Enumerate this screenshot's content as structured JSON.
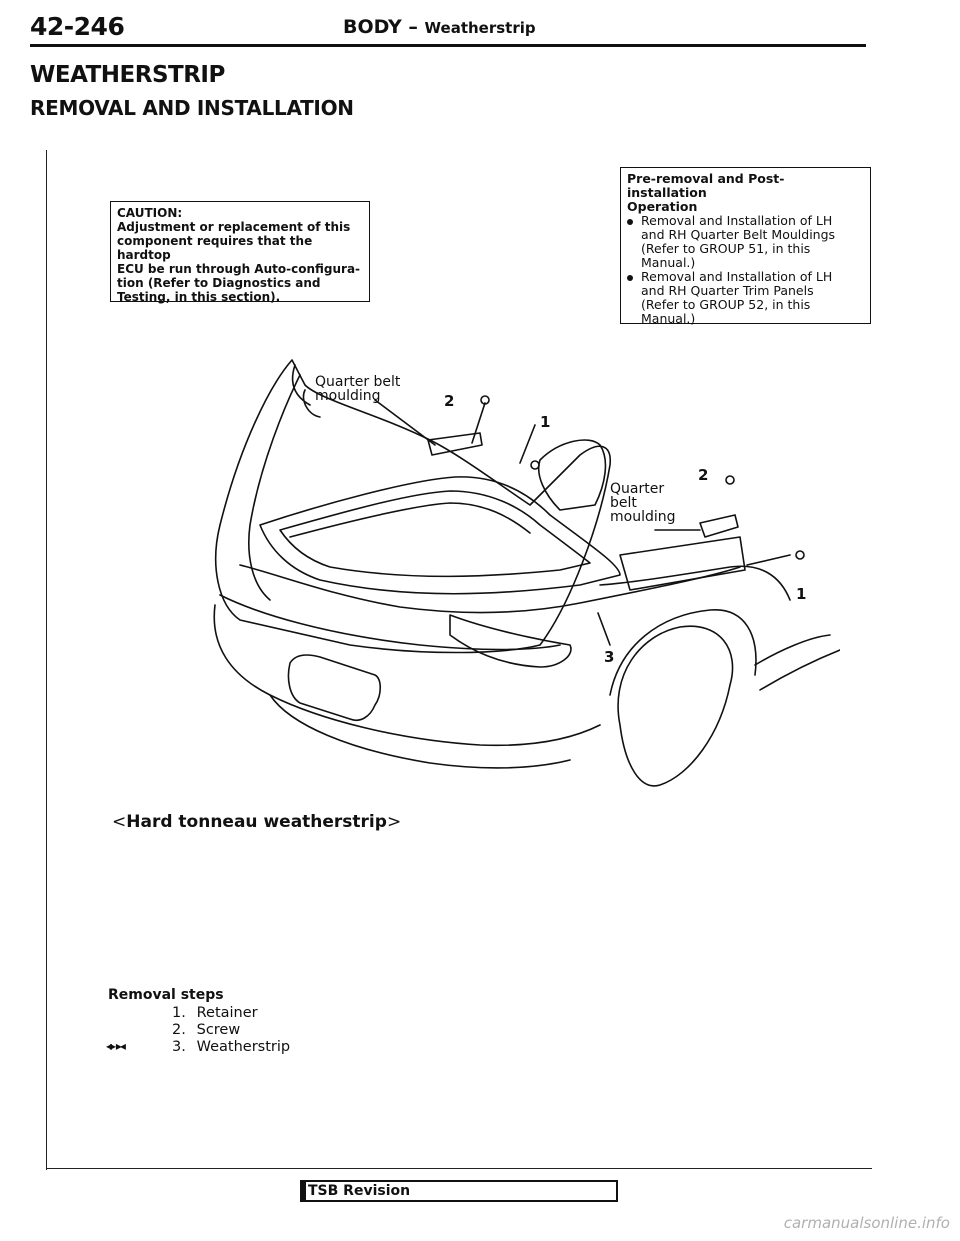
{
  "header": {
    "page_number": "42-246",
    "section": "BODY",
    "dash": " – ",
    "subsection": "Weatherstrip"
  },
  "title": "WEATHERSTRIP",
  "subtitle": "REMOVAL AND INSTALLATION",
  "caution_box": {
    "lines": [
      "CAUTION:",
      "Adjustment or replacement of this",
      "component requires that the hardtop",
      "ECU be run through Auto-configura-",
      "tion (Refer to Diagnostics and",
      "Testing, in this section)."
    ]
  },
  "preop_box": {
    "heading_1": "Pre-removal and Post-installation",
    "heading_2": "Operation",
    "item1_l1": "Removal and Installation of LH",
    "item1_l2": "and RH Quarter Belt Mouldings",
    "item1_l3": "(Refer to GROUP 51, in this",
    "item1_l4": "Manual.)",
    "item2_l1": "Removal and Installation of LH",
    "item2_l2": "and RH Quarter Trim Panels",
    "item2_l3": "(Refer to GROUP 52, in this",
    "item2_l4": "Manual.)"
  },
  "figure": {
    "label_left_l1": "Quarter belt",
    "label_left_l2": "moulding",
    "label_right_l1": "Quarter",
    "label_right_l2": "belt",
    "label_right_l3": "moulding",
    "num_2a": "2",
    "num_1a": "1",
    "num_2b": "2",
    "num_1b": "1",
    "num_3": "3"
  },
  "caption": {
    "open": "<",
    "text": "Hard tonneau weatherstrip",
    "close": ">"
  },
  "removal": {
    "title": "Removal steps",
    "steps": [
      {
        "num": "1.",
        "label": "Retainer"
      },
      {
        "num": "2.",
        "label": "Screw"
      },
      {
        "num": "3.",
        "label": "Weatherstrip"
      }
    ],
    "markers": "◂▸ ▸◂"
  },
  "footer": {
    "tsb": "TSB Revision",
    "site": "carmanualsonline.info"
  }
}
